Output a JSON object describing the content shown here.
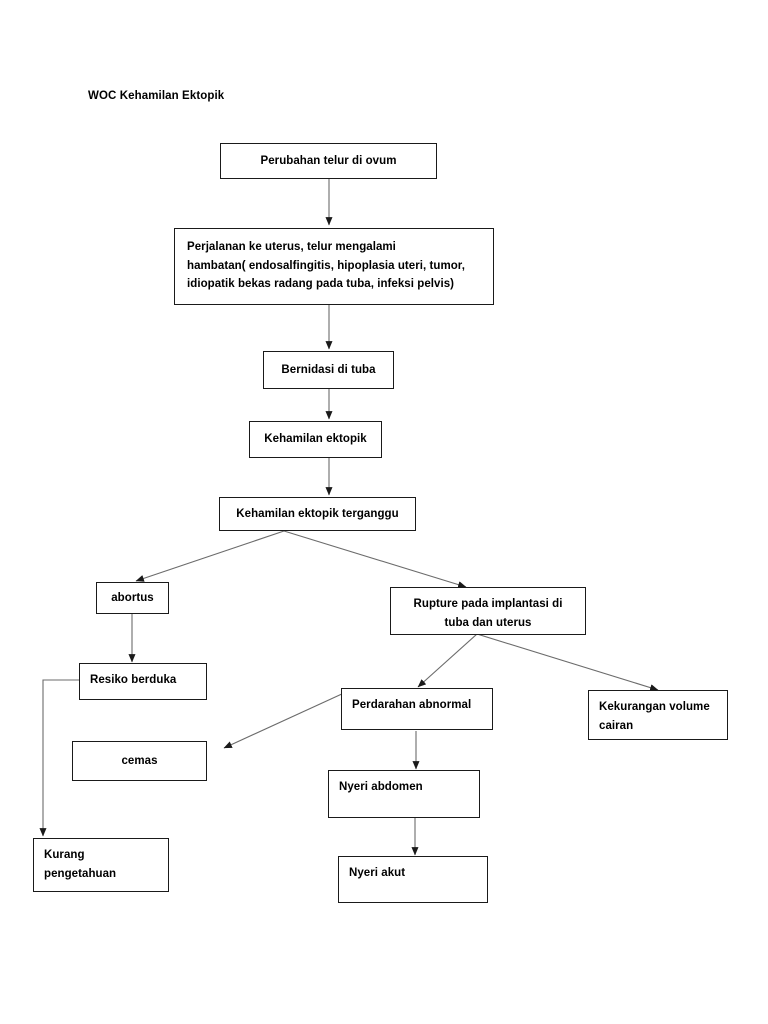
{
  "page": {
    "title": "WOC Kehamilan Ektopik",
    "background_color": "#ffffff",
    "line_color": "#1a1a1a",
    "text_color": "#000000"
  },
  "diagram": {
    "type": "flowchart",
    "orientation": "top-down",
    "nodes": [
      {
        "id": "perubahan-telur",
        "label": "Perubahan telur di ovum",
        "align": "center"
      },
      {
        "id": "perjalanan-uterus",
        "label": "Perjalanan ke uterus, telur mengalami\nhambatan( endosalfingitis, hipoplasia uteri, tumor,\nidiopatik bekas radang pada tuba, infeksi pelvis)",
        "align": "left"
      },
      {
        "id": "bernidasi-tuba",
        "label": "Bernidasi di tuba",
        "align": "center"
      },
      {
        "id": "kehamilan-ektopik",
        "label": "Kehamilan ektopik",
        "align": "center"
      },
      {
        "id": "kehamilan-ektopik-terganggu",
        "label": "Kehamilan ektopik terganggu",
        "align": "center"
      },
      {
        "id": "abortus",
        "label": "abortus",
        "align": "center"
      },
      {
        "id": "rupture-implantasi",
        "label": "Rupture pada implantasi di\ntuba dan uterus",
        "align": "center"
      },
      {
        "id": "resiko-berduka",
        "label": "Resiko berduka",
        "align": "left"
      },
      {
        "id": "perdarahan-abnormal",
        "label": "Perdarahan abnormal",
        "align": "left"
      },
      {
        "id": "kekurangan-volume-cairan",
        "label": "Kekurangan volume\ncairan",
        "align": "left"
      },
      {
        "id": "cemas",
        "label": "cemas",
        "align": "center"
      },
      {
        "id": "nyeri-abdomen",
        "label": "Nyeri abdomen",
        "align": "left"
      },
      {
        "id": "kurang-pengetahuan",
        "label": "Kurang pengetahuan",
        "align": "left"
      },
      {
        "id": "nyeri-akut",
        "label": "Nyeri akut",
        "align": "left"
      }
    ],
    "edges": [
      {
        "from": "perubahan-telur",
        "to": "perjalanan-uterus"
      },
      {
        "from": "perjalanan-uterus",
        "to": "bernidasi-tuba"
      },
      {
        "from": "bernidasi-tuba",
        "to": "kehamilan-ektopik"
      },
      {
        "from": "kehamilan-ektopik",
        "to": "kehamilan-ektopik-terganggu"
      },
      {
        "from": "kehamilan-ektopik-terganggu",
        "to": "abortus"
      },
      {
        "from": "kehamilan-ektopik-terganggu",
        "to": "rupture-implantasi"
      },
      {
        "from": "abortus",
        "to": "resiko-berduka"
      },
      {
        "from": "rupture-implantasi",
        "to": "perdarahan-abnormal"
      },
      {
        "from": "rupture-implantasi",
        "to": "kekurangan-volume-cairan"
      },
      {
        "from": "perdarahan-abnormal",
        "to": "cemas"
      },
      {
        "from": "perdarahan-abnormal",
        "to": "nyeri-abdomen"
      },
      {
        "from": "resiko-berduka",
        "to": "kurang-pengetahuan"
      },
      {
        "from": "nyeri-abdomen",
        "to": "nyeri-akut"
      }
    ]
  }
}
